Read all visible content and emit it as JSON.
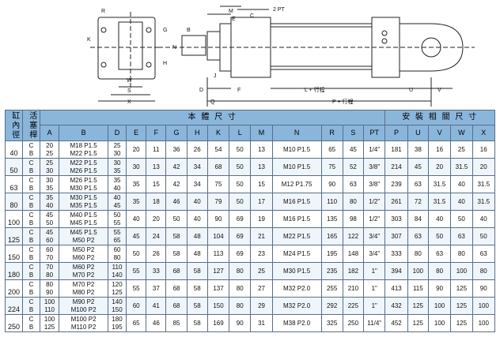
{
  "drawing": {
    "labels": {
      "two_pt": "2 PT",
      "m": "M",
      "e": "E",
      "c": "C",
      "d": "D",
      "f": "F",
      "q": "Q",
      "l_stroke": "L + 行程",
      "p_stroke": "P + 行程",
      "u": "U",
      "v": "V",
      "w": "W",
      "s": "S",
      "x": "X",
      "k": "K",
      "b": "B",
      "n": "N",
      "g": "G",
      "h": "H",
      "r": "R",
      "j": "J"
    }
  },
  "table": {
    "header_group_left_1": "缸內徑",
    "header_group_left_2": "活塞桿",
    "header_group_body": "本 體 尺 寸",
    "header_group_mount": "安 裝 相 關 尺 寸",
    "columns": [
      "A",
      "B",
      "D",
      "E",
      "F",
      "G",
      "H",
      "K",
      "L",
      "M",
      "N",
      "R",
      "S",
      "PT",
      "P",
      "U",
      "V",
      "W",
      "X"
    ],
    "rows": [
      {
        "bore": "40",
        "cyl": [
          {
            "rod": "C",
            "A": "20",
            "B": "M18 P1.5",
            "D": "25"
          },
          {
            "rod": "B",
            "A": "25",
            "B": "M22 P1.5",
            "D": "30"
          }
        ],
        "E": "20",
        "F": "11",
        "G": "36",
        "H": "26",
        "K": "54",
        "L": "50",
        "M": "13",
        "N": "M10 P1.5",
        "R": "65",
        "S": "45",
        "PT": "1/4\"",
        "P": "181",
        "U": "38",
        "V": "16",
        "W": "25",
        "X": "16"
      },
      {
        "bore": "50",
        "cyl": [
          {
            "rod": "C",
            "A": "25",
            "B": "M22 P1.5",
            "D": "30"
          },
          {
            "rod": "B",
            "A": "30",
            "B": "M26 P1.5",
            "D": "35"
          }
        ],
        "E": "30",
        "F": "13",
        "G": "42",
        "H": "34",
        "K": "68",
        "L": "50",
        "M": "13",
        "N": "M10 P1.5",
        "R": "75",
        "S": "52",
        "PT": "3/8\"",
        "P": "214",
        "U": "45",
        "V": "20",
        "W": "31.5",
        "X": "20"
      },
      {
        "bore": "63",
        "cyl": [
          {
            "rod": "C",
            "A": "30",
            "B": "M26 P1.5",
            "D": "35"
          },
          {
            "rod": "B",
            "A": "35",
            "B": "M30 P1.5",
            "D": "40"
          }
        ],
        "E": "35",
        "F": "15",
        "G": "42",
        "H": "34",
        "K": "75",
        "L": "50",
        "M": "15",
        "N": "M12 P1.75",
        "R": "90",
        "S": "63",
        "PT": "3/8\"",
        "P": "239",
        "U": "63",
        "V": "31.5",
        "W": "40",
        "X": "31.5"
      },
      {
        "bore": "80",
        "cyl": [
          {
            "rod": "C",
            "A": "35",
            "B": "M30 P1.5",
            "D": "40"
          },
          {
            "rod": "B",
            "A": "40",
            "B": "M35 P1.5",
            "D": "45"
          }
        ],
        "E": "35",
        "F": "18",
        "G": "46",
        "H": "40",
        "K": "79",
        "L": "50",
        "M": "17",
        "N": "M16 P1.5",
        "R": "110",
        "S": "80",
        "PT": "1/2\"",
        "P": "261",
        "U": "72",
        "V": "31.5",
        "W": "40",
        "X": "31.5"
      },
      {
        "bore": "100",
        "cyl": [
          {
            "rod": "C",
            "A": "45",
            "B": "M40 P1.5",
            "D": "50"
          },
          {
            "rod": "B",
            "A": "50",
            "B": "M45 P1.5",
            "D": "55"
          }
        ],
        "E": "40",
        "F": "20",
        "G": "50",
        "H": "40",
        "K": "90",
        "L": "69",
        "M": "19",
        "N": "M16 P1.5",
        "R": "135",
        "S": "98",
        "PT": "1/2\"",
        "P": "303",
        "U": "84",
        "V": "40",
        "W": "50",
        "X": "40"
      },
      {
        "bore": "125",
        "cyl": [
          {
            "rod": "C",
            "A": "45",
            "B": "M45 P1.5",
            "D": "55"
          },
          {
            "rod": "B",
            "A": "60",
            "B": "M50 P2",
            "D": "65"
          }
        ],
        "E": "45",
        "F": "24",
        "G": "58",
        "H": "48",
        "K": "104",
        "L": "69",
        "M": "21",
        "N": "M22 P1.5",
        "R": "165",
        "S": "122",
        "PT": "3/4\"",
        "P": "307",
        "U": "63",
        "V": "50",
        "W": "63",
        "X": "50"
      },
      {
        "bore": "150",
        "cyl": [
          {
            "rod": "C",
            "A": "60",
            "B": "M50 P2",
            "D": "60"
          },
          {
            "rod": "B",
            "A": "70",
            "B": "M60 P2",
            "D": "80"
          }
        ],
        "E": "50",
        "F": "26",
        "G": "58",
        "H": "48",
        "K": "113",
        "L": "69",
        "M": "23",
        "N": "M24 P1.5",
        "R": "195",
        "S": "148",
        "PT": "3/4\"",
        "P": "333",
        "U": "80",
        "V": "63",
        "W": "80",
        "X": "63"
      },
      {
        "bore": "180",
        "cyl": [
          {
            "rod": "C",
            "A": "70",
            "B": "M60 P2",
            "D": "110"
          },
          {
            "rod": "B",
            "A": "80",
            "B": "M70 P2",
            "D": "140"
          }
        ],
        "E": "55",
        "F": "33",
        "G": "68",
        "H": "58",
        "K": "127",
        "L": "80",
        "M": "25",
        "N": "M30 P1.5",
        "R": "235",
        "S": "182",
        "PT": "1\"",
        "P": "394",
        "U": "100",
        "V": "80",
        "W": "100",
        "X": "80"
      },
      {
        "bore": "200",
        "cyl": [
          {
            "rod": "C",
            "A": "80",
            "B": "M70 P2",
            "D": "120"
          },
          {
            "rod": "B",
            "A": "90",
            "B": "M80 P2",
            "D": "125"
          }
        ],
        "E": "55",
        "F": "37",
        "G": "68",
        "H": "58",
        "K": "137",
        "L": "80",
        "M": "27",
        "N": "M32 P2.0",
        "R": "255",
        "S": "210",
        "PT": "1\"",
        "P": "413",
        "U": "115",
        "V": "90",
        "W": "125",
        "X": "90"
      },
      {
        "bore": "224",
        "cyl": [
          {
            "rod": "C",
            "A": "100",
            "B": "M90 P2",
            "D": "140"
          },
          {
            "rod": "B",
            "A": "110",
            "B": "M100 P2",
            "D": "150"
          }
        ],
        "E": "60",
        "F": "41",
        "G": "68",
        "H": "58",
        "K": "150",
        "L": "80",
        "M": "29",
        "N": "M32 P2.0",
        "R": "292",
        "S": "225",
        "PT": "1\"",
        "P": "432",
        "U": "125",
        "V": "100",
        "W": "125",
        "X": "100"
      },
      {
        "bore": "250",
        "cyl": [
          {
            "rod": "C",
            "A": "100",
            "B": "M100 P2",
            "D": "180"
          },
          {
            "rod": "B",
            "A": "125",
            "B": "M110 P2",
            "D": "195"
          }
        ],
        "E": "65",
        "F": "46",
        "G": "85",
        "H": "58",
        "K": "169",
        "L": "90",
        "M": "31",
        "N": "M38 P2.0",
        "R": "325",
        "S": "250",
        "PT": "11/4\"",
        "P": "452",
        "U": "125",
        "V": "100",
        "W": "125",
        "X": "100"
      }
    ]
  }
}
